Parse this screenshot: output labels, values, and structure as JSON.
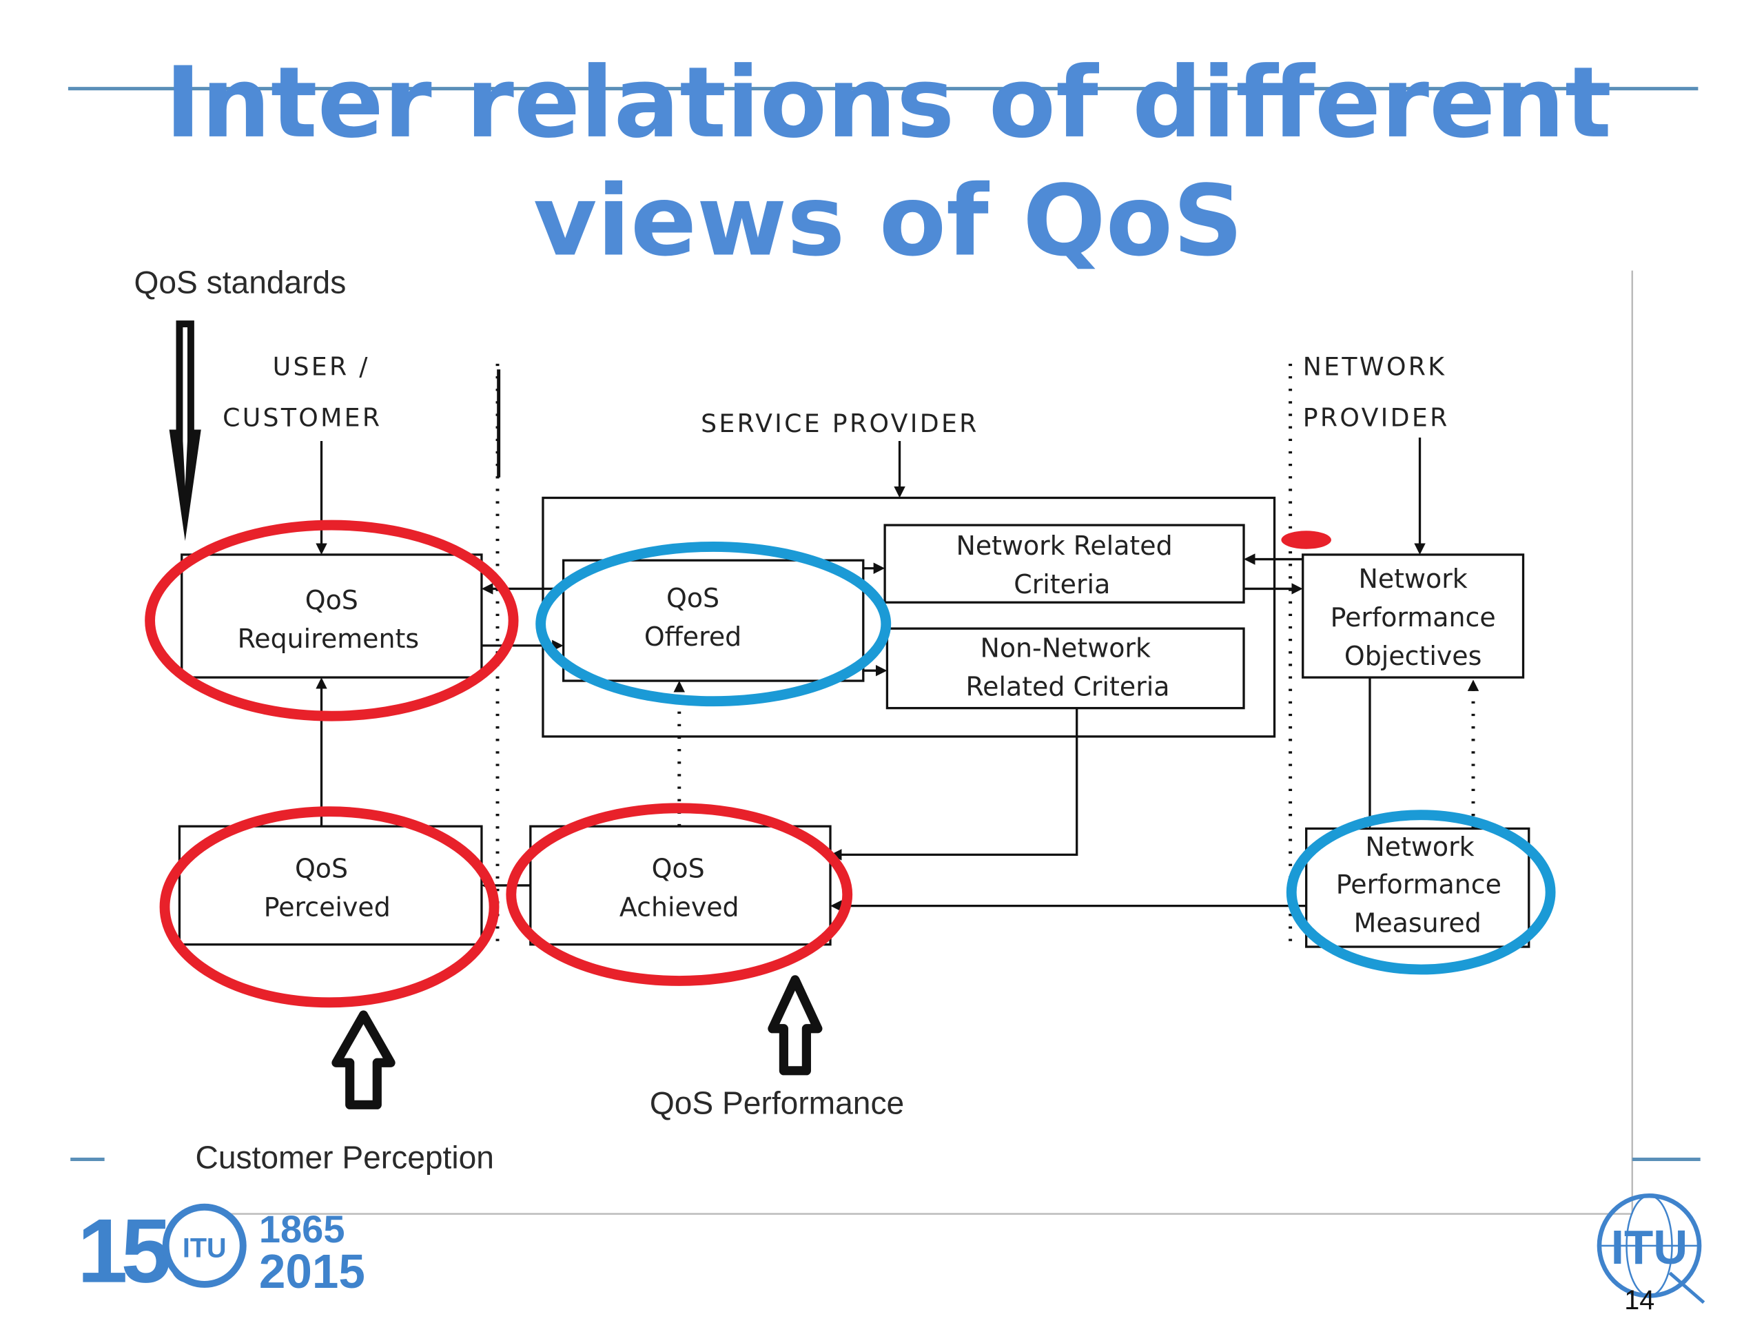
{
  "slide": {
    "title_line1": "Inter relations of different",
    "title_line2": "views of QoS",
    "page_number": "14",
    "accent_color": "#4f8bd6"
  },
  "annotations": {
    "qos_standards": "QoS standards",
    "customer_perception": "Customer Perception",
    "qos_performance": "QoS Performance"
  },
  "sections": {
    "user_customer_line1": "USER /",
    "user_customer_line2": "CUSTOMER",
    "service_provider": "SERVICE PROVIDER",
    "network_provider_line1": "NETWORK",
    "network_provider_line2": "PROVIDER"
  },
  "boxes": {
    "qos_requirements": [
      "QoS",
      "Requirements"
    ],
    "qos_offered": [
      "QoS",
      "Offered"
    ],
    "network_related": [
      "Network Related",
      "Criteria"
    ],
    "non_network_related": [
      "Non-Network",
      "Related Criteria"
    ],
    "np_objectives": [
      "Network",
      "Performance",
      "Objectives"
    ],
    "qos_perceived": [
      "QoS",
      "Perceived"
    ],
    "qos_achieved": [
      "QoS",
      "Achieved"
    ],
    "np_measured": [
      "Network",
      "Performance",
      "Measured"
    ]
  },
  "highlights": {
    "red": [
      "qos_requirements",
      "qos_perceived",
      "qos_achieved"
    ],
    "blue": [
      "qos_offered",
      "np_measured"
    ],
    "red_color": "#e8212a",
    "blue_color": "#1b9ad6"
  },
  "logos": {
    "anniversary_number": "150",
    "anniversary_years": [
      "1865",
      "2015"
    ],
    "itu_text": "ITU"
  }
}
